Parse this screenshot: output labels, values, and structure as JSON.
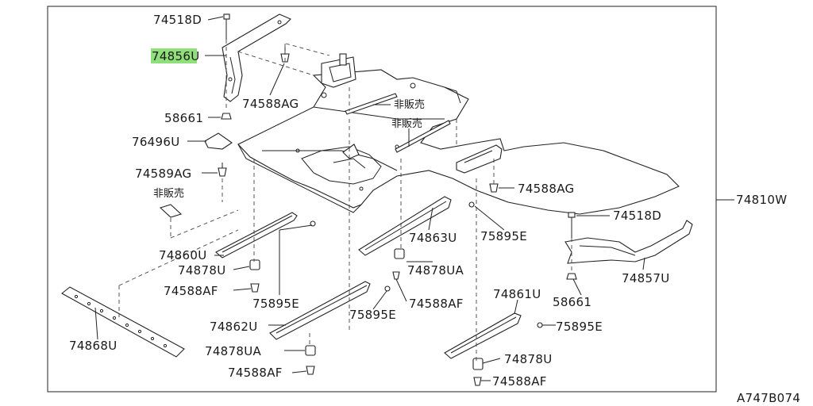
{
  "diagram": {
    "reference_code": "A747B074",
    "highlight_color": "#8fe07a",
    "highlighted_part": "74856U",
    "labels": {
      "p74518D_a": "74518D",
      "p74856U": "74856U",
      "p74588AG_a": "74588AG",
      "p58661_a": "58661",
      "p76496U": "76496U",
      "p74589AG": "74589AG",
      "nfs_a": "非販売",
      "nfs_b": "非販売",
      "nfs_c": "非販売",
      "p74588AG_b": "74588AG",
      "p74810W": "74810W",
      "p74518D_b": "74518D",
      "p74863U": "74863U",
      "p75895E_a": "75895E",
      "p74860U": "74860U",
      "p74878U_a": "74878U",
      "p74878UA_a": "74878UA",
      "p74588AF_a": "74588AF",
      "p75895E_b": "75895E",
      "p74588AF_b": "74588AF",
      "p74857U": "74857U",
      "p58661_b": "58661",
      "p74868U": "74868U",
      "p74862U": "74862U",
      "p75895E_c": "75895E",
      "p74861U": "74861U",
      "p75895E_d": "75895E",
      "p74878UA_b": "74878UA",
      "p74878U_b": "74878U",
      "p74588AF_c": "74588AF",
      "p74588AF_d": "74588AF"
    }
  }
}
